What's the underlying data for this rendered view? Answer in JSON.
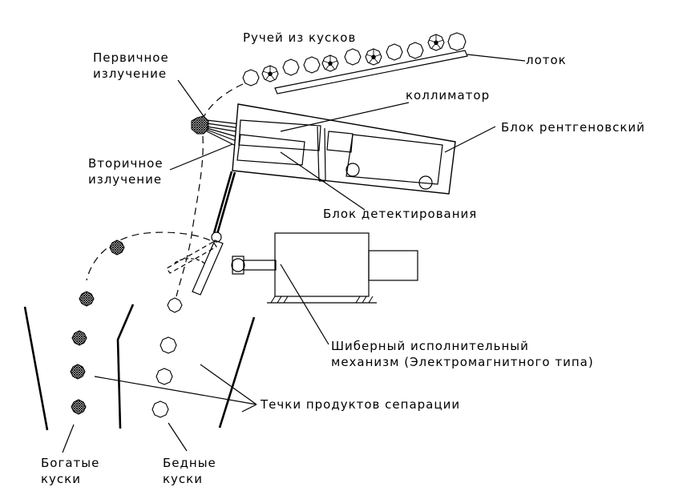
{
  "labels": {
    "stream": "Ручей из кусков",
    "tray": "лоток",
    "primary_1": "Первичное",
    "primary_2": "излучение",
    "collimator": "коллиматор",
    "xray_block": "Блок рентгеновский",
    "secondary_1": "Вторичное",
    "secondary_2": "излучение",
    "detector_block": "Блок детектирования",
    "actuator_1": "Шиберный исполнительный",
    "actuator_2": "механизм (Электромагнитного типа)",
    "chutes": "Течки продуктов сепарации",
    "rich_1": "Богатые",
    "rich_2": "куски",
    "poor_1": "Бедные",
    "poor_2": "куски"
  },
  "icons": {
    "rich_piece": "hatched-polygon",
    "poor_piece": "hollow-polygon",
    "stream_piece": "soccer-ball-polygon"
  },
  "colors": {
    "line": "#000000",
    "background": "#ffffff"
  }
}
